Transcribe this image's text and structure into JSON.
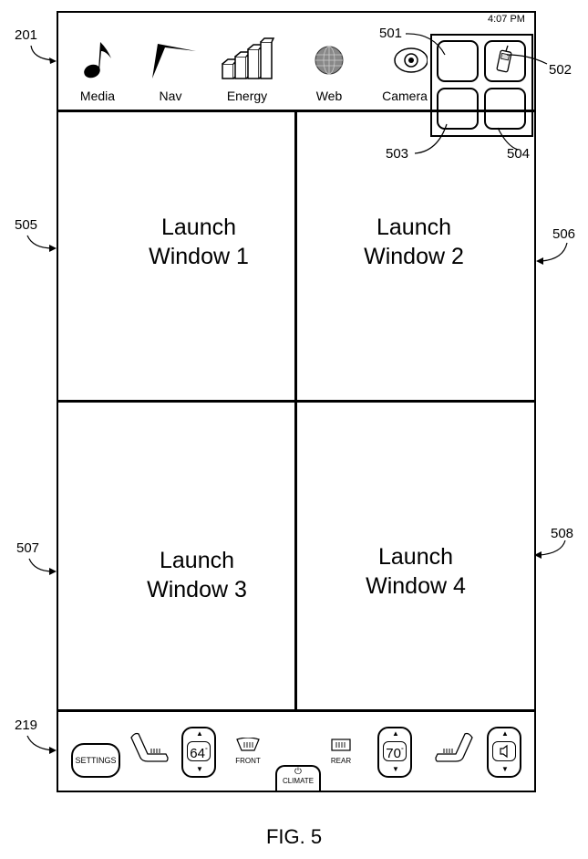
{
  "status": {
    "time": "4:07 PM"
  },
  "nav": {
    "items": [
      {
        "label": "Media",
        "icon": "music-note-icon"
      },
      {
        "label": "Nav",
        "icon": "nav-arrow-icon"
      },
      {
        "label": "Energy",
        "icon": "energy-bars-icon"
      },
      {
        "label": "Web",
        "icon": "globe-icon"
      },
      {
        "label": "Camera",
        "icon": "camera-icon"
      }
    ]
  },
  "launch_windows": [
    {
      "line1": "Launch",
      "line2": "Window 1"
    },
    {
      "line1": "Launch",
      "line2": "Window 2"
    },
    {
      "line1": "Launch",
      "line2": "Window 3"
    },
    {
      "line1": "Launch",
      "line2": "Window 4"
    }
  ],
  "climate_bar": {
    "settings_label": "SETTINGS",
    "left_temp": "64",
    "right_temp": "70",
    "degree": "°",
    "front_label": "FRONT",
    "rear_label": "REAR",
    "climate_label": "CLIMATE"
  },
  "refs": {
    "r201": "201",
    "r219": "219",
    "r501": "501",
    "r502": "502",
    "r503": "503",
    "r504": "504",
    "r505": "505",
    "r506": "506",
    "r507": "507",
    "r508": "508"
  },
  "caption": "FIG. 5"
}
